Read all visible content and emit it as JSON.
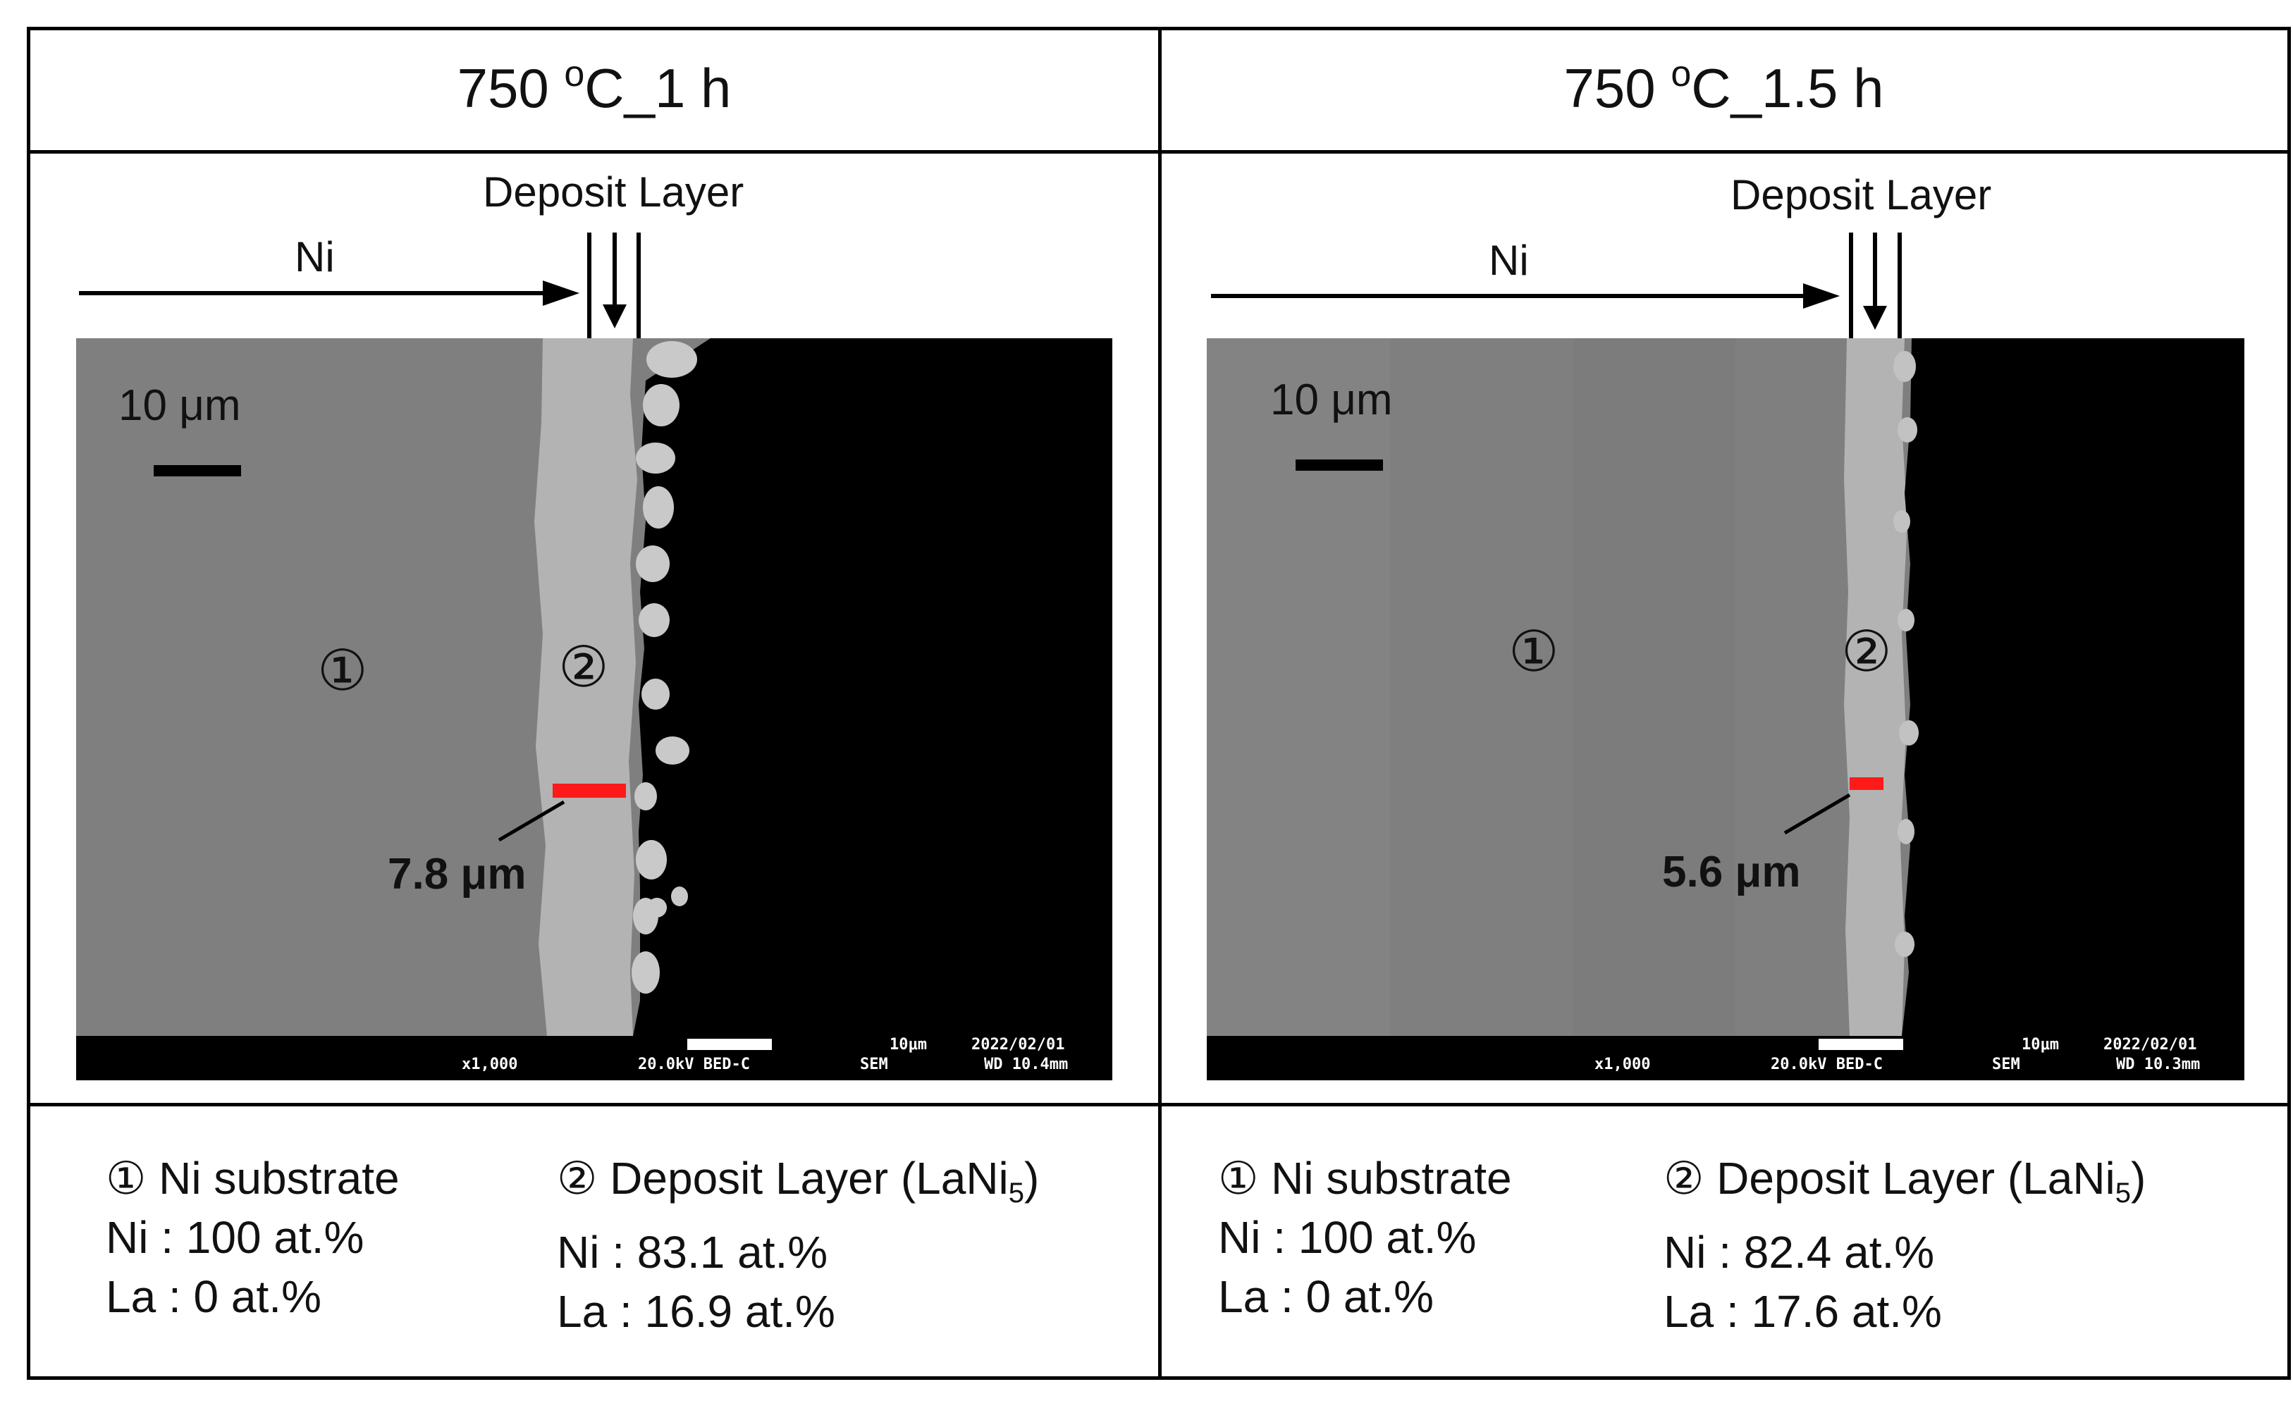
{
  "panels": [
    {
      "header": {
        "temp": "750 ",
        "unit_sup": "o",
        "unit_rest": "C_1 h"
      },
      "deposit_label": "Deposit Layer",
      "ni_label": "Ni",
      "scale_bar_label": "10 μm",
      "region1_marker": "①",
      "region2_marker": "②",
      "thickness_label": "7.8 μm",
      "sem_footer": {
        "mag": "x1,000",
        "kv": "20.0kV BED-C",
        "sem": "SEM",
        "scale": "10μm",
        "date": "2022/02/01",
        "wd": "WD 10.4mm"
      },
      "info": {
        "region1_title": "① Ni substrate",
        "region1_ni": "Ni : 100 at.%",
        "region1_la": "La : 0 at.%",
        "region2_title": "② Deposit Layer (LaNi",
        "region2_sub": "5",
        "region2_close": ")",
        "region2_ni": "Ni : 83.1 at.%",
        "region2_la": "La : 16.9 at.%"
      }
    },
    {
      "header": {
        "temp": "750 ",
        "unit_sup": "o",
        "unit_rest": "C_1.5 h"
      },
      "deposit_label": "Deposit Layer",
      "ni_label": "Ni",
      "scale_bar_label": "10 μm",
      "region1_marker": "①",
      "region2_marker": "②",
      "thickness_label": "5.6 μm",
      "sem_footer": {
        "mag": "x1,000",
        "kv": "20.0kV BED-C",
        "sem": "SEM",
        "scale": "10μm",
        "date": "2022/02/01",
        "wd": "WD 10.3mm"
      },
      "info": {
        "region1_title": "① Ni substrate",
        "region1_ni": "Ni : 100 at.%",
        "region1_la": "La : 0 at.%",
        "region2_title": "② Deposit Layer (LaNi",
        "region2_sub": "5",
        "region2_close": ")",
        "region2_ni": "Ni : 82.4 at.%",
        "region2_la": "La : 17.6 at.%"
      }
    }
  ],
  "colors": {
    "thickness_marker": "#ff1a1a",
    "substrate": "#7f7f7f",
    "deposit": "#b4b4b4",
    "background": "#000000"
  }
}
